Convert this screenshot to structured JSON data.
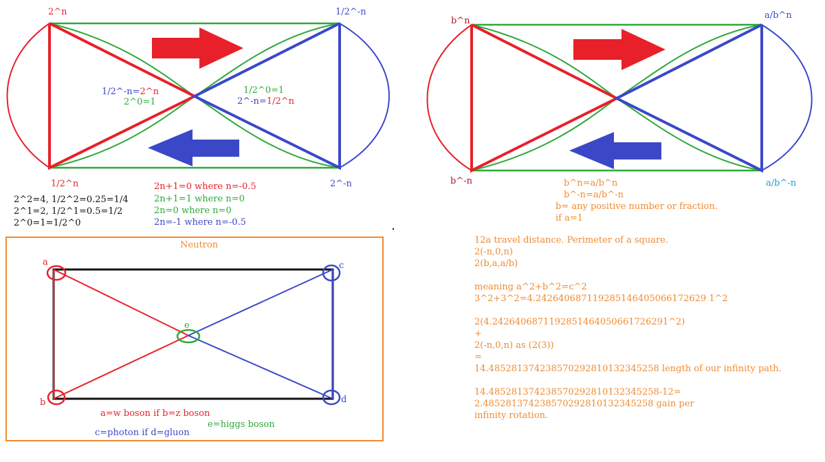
{
  "left_diagram": {
    "corner_top_left": "2^n",
    "corner_top_right": "1/2^-n",
    "corner_bottom_left": "1/2^n",
    "corner_bottom_right": "2^-n",
    "center_left_line1": "1/2^-n=2^n",
    "center_left_line1_part_a": "1/2^-n=",
    "center_left_line1_part_b": "2^n",
    "center_left_line2": "2^0=1",
    "center_right_line1": "1/2^0=1",
    "center_right_line2_part_a": "2^-n=",
    "center_right_line2_part_b": "1/2^n"
  },
  "left_notes": [
    "2^2=4, 1/2^2=0.25=1/4",
    "2^1=2, 1/2^1=0.5=1/2",
    "2^0=1=1/2^0"
  ],
  "equations": [
    {
      "text": "2n+1=0 where n=-0.5",
      "color": "red"
    },
    {
      "text": "2n+1=1 where n=0",
      "color": "green"
    },
    {
      "text": "2n=0 where n=0",
      "color": "green"
    },
    {
      "text": "2n=-1 where n=-0.5",
      "color": "blue"
    }
  ],
  "right_diagram": {
    "corner_top_left": "b^n",
    "corner_top_right": "a/b^n",
    "corner_bottom_left": "b^-n",
    "corner_bottom_right": "a/b^-n"
  },
  "right_notes": [
    "b^n=a/b^n",
    "b^-n=a/b^-n",
    "b= any positive number or fraction.",
    "if a=1"
  ],
  "neutron": {
    "title": "Neutron",
    "label_a": "a",
    "label_b": "b",
    "label_c": "c",
    "label_d": "d",
    "label_e": "e",
    "caption_a_b": "a=w boson if b=z boson",
    "caption_e": "e=higgs boson",
    "caption_c_d": "c=photon if d=gluon"
  },
  "explanation": {
    "line1_a": "12a travel distance.",
    "line1_b": "Perimeter of a square.",
    "line2": "2(-n,0,n)",
    "line3": "2(b,a,a/b)",
    "line4": "meaning a^2+b^2=c^2",
    "line5": "3^2+3^2=4.242640687119285146405066172629 1^2",
    "line6": "2(4.2426406871192851464050661726291^2)",
    "line7": "+",
    "line8": "2(-n,0,n) as (2(3))",
    "line9": "=",
    "line10": "14.485281374238570292810132345258 length of our infinity path.",
    "line11": "14.485281374238570292810132345258-12=",
    "line12": "2.485281374238570292810132345258 gain per",
    "line13": "infinity rotation."
  },
  "colors": {
    "red": "#e8202a",
    "blue": "#3a48c8",
    "green": "#2ea83a",
    "orange": "#f08a30",
    "black": "#111111"
  }
}
